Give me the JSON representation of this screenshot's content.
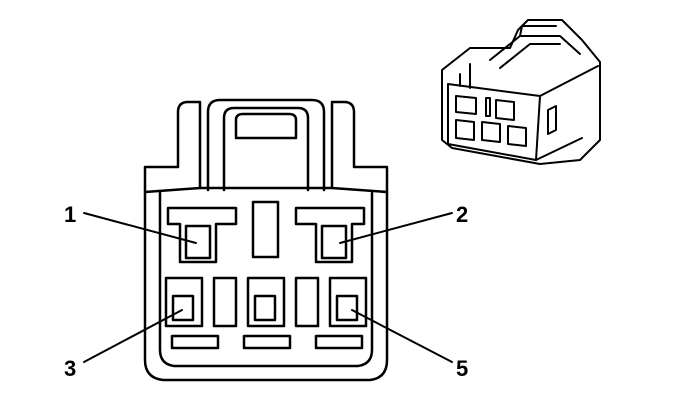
{
  "diagram": {
    "type": "connector-end-view",
    "colors": {
      "line": "#000000",
      "background": "#ffffff"
    },
    "pin_labels": {
      "pin1": "1",
      "pin2": "2",
      "pin3": "3",
      "pin5": "5"
    }
  }
}
